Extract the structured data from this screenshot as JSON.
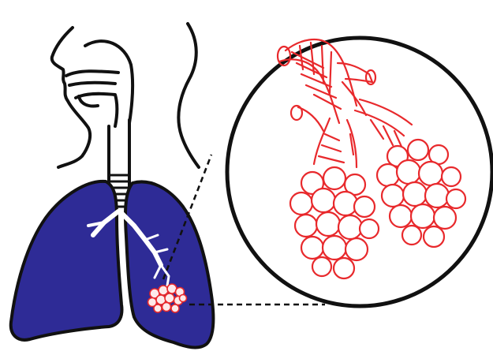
{
  "diagram": {
    "labels": [],
    "colors": {
      "outline": "#111111",
      "lung_fill": "#2e2b96",
      "bronchi": "#ffffff",
      "alveoli": "#e8292c",
      "alveoli_fill": "#fdeaea",
      "background": "#ffffff"
    },
    "elements": [
      "head-profile",
      "neck-contour",
      "trachea",
      "left-lung",
      "right-lung",
      "bronchial-tree",
      "alveoli-cluster",
      "magnifier-circle",
      "zoom-connector-lines",
      "magnified-alveoli-sacs"
    ]
  }
}
